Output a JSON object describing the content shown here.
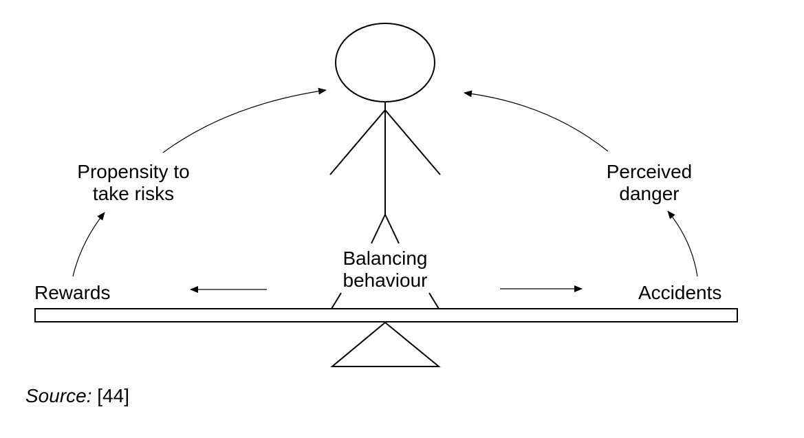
{
  "labels": {
    "propensity_line1": "Propensity to",
    "propensity_line2": "take risks",
    "perceived_line1": "Perceived",
    "perceived_line2": "danger",
    "balancing_line1": "Balancing",
    "balancing_line2": "behaviour",
    "rewards": "Rewards",
    "accidents": "Accidents"
  },
  "source": {
    "prefix": "Source:",
    "ref": " [44]"
  },
  "colors": {
    "ink": "#000000",
    "background": "#ffffff"
  }
}
